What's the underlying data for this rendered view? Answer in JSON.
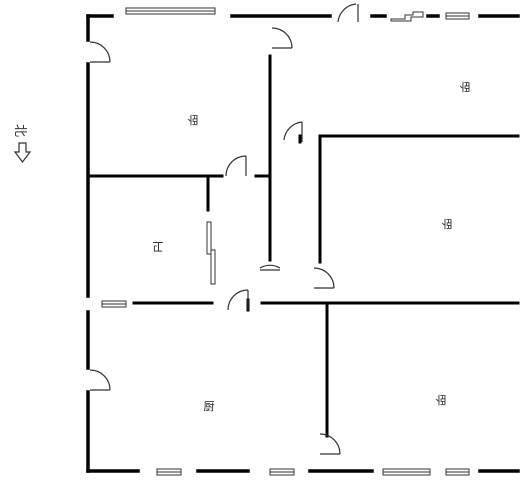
{
  "compass": {
    "label": "北",
    "icon": "north-arrow-icon"
  },
  "rooms": {
    "bedroom_top_left": "卧",
    "bedroom_top_right": "卧",
    "bedroom_middle_right": "卧",
    "bathroom": "卫",
    "kitchen": "厨",
    "bedroom_bottom_right": "卧"
  },
  "colors": {
    "wall": "#000000",
    "line": "#333333",
    "background": "#ffffff"
  }
}
